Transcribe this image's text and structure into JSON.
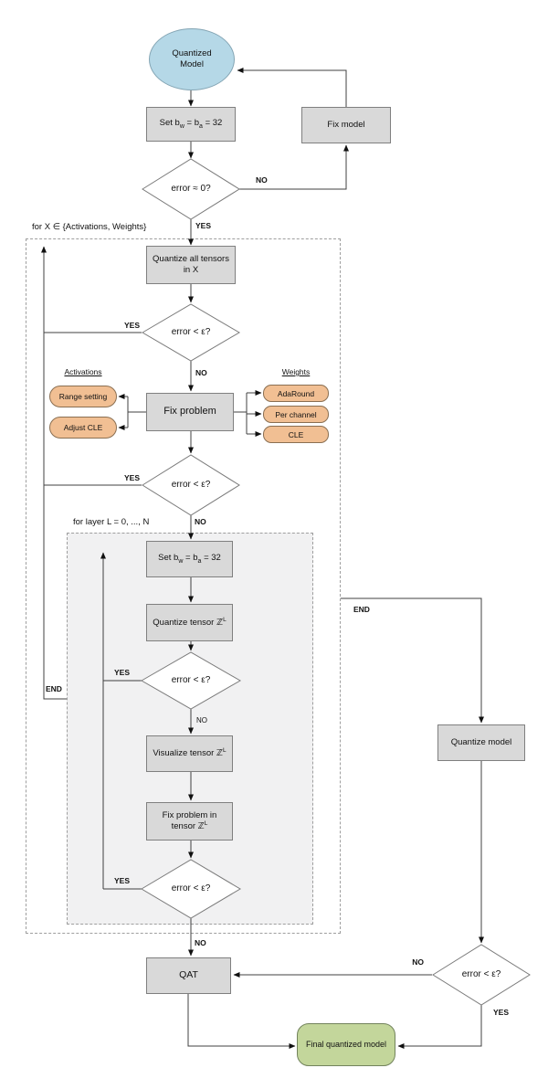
{
  "diagram": {
    "title_for_x": "for X ∈ {Activations, Weights}",
    "title_for_layer": "for layer L = 0, ..., N",
    "yes": "YES",
    "no": "NO",
    "end": "END",
    "err_zero": "error ≈ 0?",
    "err_eps": "error < ε?",
    "nodes": {
      "start": "Quantized Model",
      "fix_model": "Fix model",
      "set_bits": {
        "t1": "Set b",
        "s1": "w",
        "t2": " = b",
        "s2": "a",
        "t3": " = 32"
      },
      "quantize_all": "Quantize all tensors in X",
      "fix_problem": "Fix problem",
      "quantize_tensor": {
        "t": "Quantize tensor ",
        "z": "ℤ",
        "sup": "L"
      },
      "visualize_tensor": {
        "t": "Visualize tensor ",
        "z": "ℤ",
        "sup": "L"
      },
      "fix_tensor": {
        "t": "Fix problem in tensor ",
        "z": "ℤ",
        "sup": "L"
      },
      "qat": "QAT",
      "quantize_model": "Quantize model",
      "final": "Final quantized model"
    },
    "activations": {
      "title": "Activations",
      "options": [
        "Range setting",
        "Adjust CLE"
      ]
    },
    "weights": {
      "title": "Weights",
      "options": [
        "AdaRound",
        "Per channel",
        "CLE"
      ]
    },
    "colors": {
      "start_fill": "#b5d8e7",
      "node_fill": "#d9d9d9",
      "pill_fill": "#f1bf93",
      "final_fill": "#c3d69b",
      "line": "#404040"
    }
  }
}
